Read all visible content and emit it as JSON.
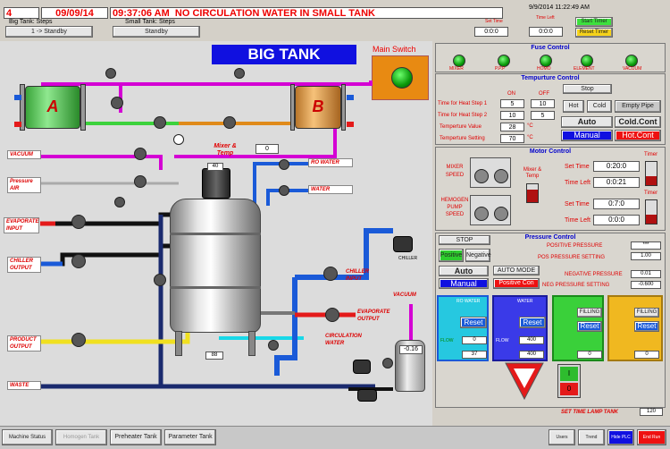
{
  "header": {
    "step_no": "4",
    "date": "09/09/14",
    "time": "09:37:06 AM",
    "alarm": "NO CIRCULATION WATER IN SMALL TANK",
    "big_tank_steps_label": "Big Tank: Steps",
    "big_tank_step_value": "1 -> Standby",
    "small_tank_steps_label": "Small Tank: Steps",
    "small_tank_step_value": "Standby",
    "set_time_label": "Set Time",
    "set_time_value": "0:0:0",
    "time_left_label": "Time Left",
    "time_left_value": "0:0:0",
    "datetime": "9/9/2014 11:22:49 AM",
    "start_timer": "Start Timer",
    "reset_timer": "Reset Timer"
  },
  "title": "BIG TANK",
  "main_switch": "Main Switch",
  "fuse_control": {
    "title": "Fuse Control",
    "lamps": [
      "MIXER",
      "P.P.P",
      "HOMO",
      "ELEMENT",
      "VACUUM"
    ]
  },
  "temperature": {
    "title": "Tempurture Control",
    "on": "ON",
    "off": "OFF",
    "stop": "Stop",
    "rows": [
      {
        "label": "Time for Heat Step 1",
        "on": "5",
        "off": "10"
      },
      {
        "label": "Time for Heat Step 2",
        "on": "10",
        "off": "5"
      },
      {
        "label": "Temperture Value",
        "value": "28",
        "unit": "°C"
      },
      {
        "label": "Temperture Setting",
        "value": "70",
        "unit": "°C"
      }
    ],
    "hot": "Hot",
    "cold": "Cold",
    "empty_pipe": "Empty Pipe",
    "auto": "Auto",
    "cold_cont": "Cold.Cont",
    "manual": "Manual",
    "hot_cont": "Hot.Cont"
  },
  "motor": {
    "title": "Motor Control",
    "mixer_speed": "MIXER SPEED",
    "homo_speed": "HEMOGEN PUMP SPEED",
    "mixer_temp": "Mixer & Temp",
    "set_time": "Set Time",
    "time_left": "Time Left",
    "mixer_set": "0:20:0",
    "mixer_left": "0:0:21",
    "homo_set": "0:7:0",
    "homo_left": "0:0:0",
    "timer": "Timer"
  },
  "pressure": {
    "title": "Pressure Control",
    "stop": "STOP",
    "positive": "Positive",
    "negative": "Negative",
    "auto": "Auto",
    "auto_mode": "AUTO MODE",
    "manual": "Manual",
    "positive_con": "Positive Con",
    "positive_pressure": "POSITIVE PRESSURE",
    "pos_setting": "POS PRESSURE SETTING",
    "negative_pressure": "NEGATIVE PRESSURE",
    "neg_setting": "NEG PRESSURE SETTING",
    "pos_val": "***",
    "pos_set_val": "1.00",
    "neg_val": "0.01",
    "neg_set_val": "-0.600"
  },
  "water_cards": [
    {
      "title": "RO WATER",
      "reset": "Reset",
      "flow": "FLOW",
      "flow_val": "0",
      "setting_val": "37"
    },
    {
      "title": "WATER",
      "reset": "Reset",
      "flow": "FLOW",
      "flow_val": "400",
      "setting_val": "400"
    },
    {
      "title": "FILLING",
      "reset": "Reset",
      "flow_val": "0"
    },
    {
      "title": "FILLING",
      "reset": "Reset",
      "flow_val": "0"
    }
  ],
  "set_time_lamp": "SET TIME LAMP TANK",
  "lamp_val": "120",
  "toggle_val": "0",
  "diagram": {
    "tank_a": "A",
    "tank_b": "B",
    "mixer_temp": "Mixer & Temp",
    "mixer_temp_val": "0",
    "motor_val": "40",
    "bottom_val": "88",
    "small_tank_val": "-0.16",
    "labels": {
      "vacuum_left": "VACUUM",
      "pressure_air": "Pressure AIR",
      "evaporate_input": "EVAPORATE INPUT",
      "chiller_output": "CHILLER OUTPUT",
      "product_output": "PRODUCT OUTPUT",
      "waste": "WASTE",
      "ro_water": "RO WATER",
      "water": "WATER",
      "chiller_input": "CHILLER INPUT",
      "evaporate_output": "EVAPORATE OUTPUT",
      "circulation_water": "CIRCULATION WATER",
      "vacuum_right": "VACUUM",
      "chiller": "CHILLER"
    }
  },
  "footer": {
    "buttons": [
      "Machine Status",
      "Homogen Tank",
      "Preheater Tank",
      "Parameter Tank"
    ],
    "right_buttons": [
      "Users",
      "Trend",
      "Hide PLC",
      "End Run"
    ]
  },
  "colors": {
    "title_blue": "#1010e0",
    "magenta": "#d400d4",
    "green": "#3cd23c",
    "blue": "#1a5ad8",
    "orange": "#e08a1a",
    "navy": "#1a2a6e",
    "yellow": "#f0e020",
    "cyan": "#18d8e8",
    "red": "#e41a1a",
    "black_pipe": "#111111"
  }
}
